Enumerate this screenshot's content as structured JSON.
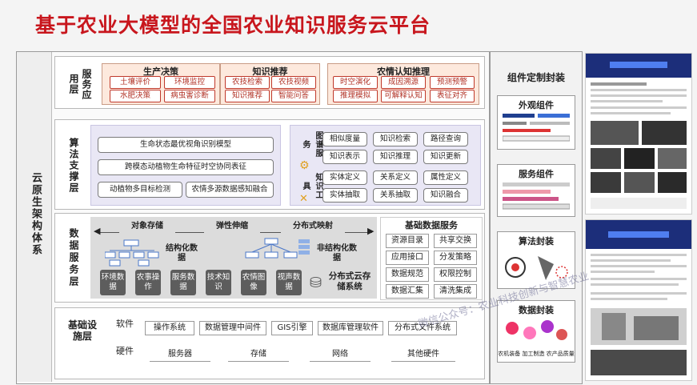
{
  "title": "基于农业大模型的全国农业知识服务云平台",
  "side_label": "云原生架构体系",
  "service_layer": {
    "label": "服务应用层",
    "groups": [
      {
        "title": "生产决策",
        "items": [
          "土壤评价",
          "环境监控",
          "水肥决策",
          "病虫害诊断"
        ]
      },
      {
        "title": "知识推荐",
        "items": [
          "农技检索",
          "农技视频",
          "知识推荐",
          "智能问答"
        ]
      },
      {
        "title": "农情认知推理",
        "items": [
          "时空演化",
          "成因溯源",
          "预测预警",
          "推理模拟",
          "可解释认知",
          "表征对齐"
        ]
      }
    ]
  },
  "algo_layer": {
    "label": "算法支撑层",
    "models": [
      "生命状态最优视角识别模型",
      "跨模态动植物生命特征时空协同表征",
      "动植物多目标检测",
      "农情多源数据感知融合"
    ],
    "graph_service_label": "图谱服务",
    "knowledge_tools_label": "知识工具",
    "graph_service_items": [
      "相似度量",
      "知识检索",
      "路径查询",
      "知识表示",
      "知识推理",
      "知识更新"
    ],
    "knowledge_tools_items": [
      "实体定义",
      "关系定义",
      "属性定义",
      "实体抽取",
      "关系抽取",
      "知识融合"
    ]
  },
  "data_layer": {
    "label": "数据服务层",
    "banner": [
      "对象存储",
      "弹性伸缩",
      "分布式映射"
    ],
    "structured_label": "结构化数据",
    "unstructured_label": "非结构化数据",
    "data_items": [
      "环境数据",
      "农事操作",
      "服务数据",
      "技术知识",
      "农情图像",
      "视声数据"
    ],
    "storage_label": "分布式云存储系统",
    "basic_title": "基础数据服务",
    "basic_items": [
      "资源目录",
      "共享交换",
      "应用接口",
      "分发策略",
      "数据规范",
      "权限控制",
      "数据汇集",
      "清洗集成"
    ]
  },
  "infra_layer": {
    "label": "基础设施层",
    "software_label": "软件",
    "software_items": [
      "操作系统",
      "数据管理中间件",
      "GIS引擎",
      "数据库管理软件",
      "分布式文件系统"
    ],
    "hardware_label": "硬件",
    "hardware_items": [
      "服务器",
      "存储",
      "网络",
      "其他硬件"
    ]
  },
  "component_panel": {
    "title": "组件定制封装",
    "cards": [
      "外观组件",
      "服务组件",
      "算法封装",
      "数据封装"
    ],
    "data_card_caption": "农机装备 加工制造 农产品质量"
  },
  "watermark": "微信公众号：农业科技创新与智慧农业",
  "colors": {
    "title_red": "#c8161d",
    "chip_border": "#c0392b",
    "group_fill": "#fde9dd",
    "purple_panel": "#e9e7f5",
    "dark_block": "#5d5d5d"
  }
}
